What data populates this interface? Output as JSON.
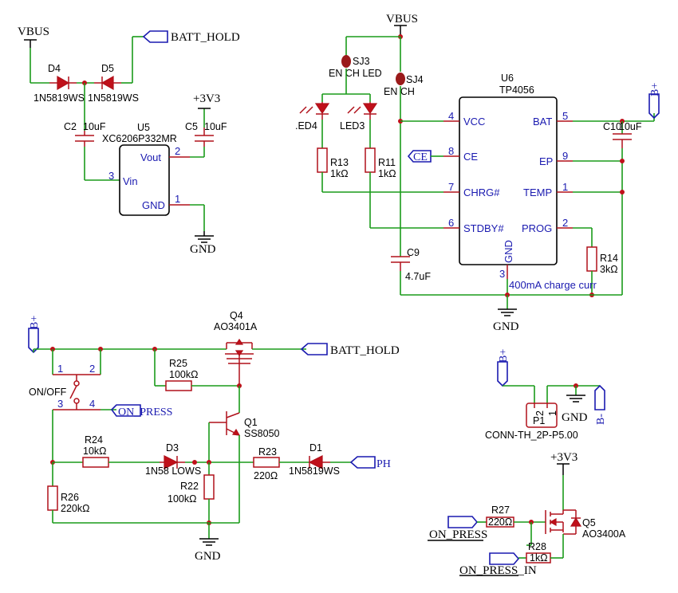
{
  "title": "",
  "nets": {
    "vbus_left": "VBUS",
    "vbus_top": "VBUS",
    "v3v3_a": "+3V3",
    "v3v3_b": "+3V3",
    "gnd": "GND",
    "batt_hold": "BATT_HOLD",
    "b_plus": "B+",
    "b_minus": "B-",
    "ce": "CE",
    "on_press": "ON_PRESS",
    "on_press_in": "ON_PRESS_IN",
    "ph": "PH"
  },
  "components": {
    "d4": {
      "ref": "D4",
      "value": "1N5819WS"
    },
    "d5": {
      "ref": "D5",
      "value": "1N5819WS"
    },
    "c2": {
      "ref": "C2",
      "value": "10uF"
    },
    "c5": {
      "ref": "C5",
      "value": "10uF"
    },
    "u5": {
      "ref": "U5",
      "value": "XC6206P332MR",
      "pins": {
        "vout": "Vout",
        "vin": "Vin",
        "gnd": "GND",
        "p1": "1",
        "p2": "2",
        "p3": "3"
      }
    },
    "sj3": {
      "ref": "SJ3",
      "value": "EN CH LED"
    },
    "sj4": {
      "ref": "SJ4",
      "value": "EN CH"
    },
    "led4": {
      "ref": ".ED4"
    },
    "led3": {
      "ref": "LED3"
    },
    "r13": {
      "ref": "R13",
      "value": "1kΩ"
    },
    "r11": {
      "ref": "R11",
      "value": "1kΩ"
    },
    "u6": {
      "ref": "U6",
      "value": "TP4056",
      "pins": {
        "vcc": "VCC",
        "ce": "CE",
        "chrg": "CHRG#",
        "stdby": "STDBY#",
        "bat": "BAT",
        "ep": "EP",
        "temp": "TEMP",
        "prog": "PROG",
        "gnd": "GND",
        "n4": "4",
        "n8": "8",
        "n7": "7",
        "n6": "6",
        "n5": "5",
        "n9": "9",
        "n1": "1",
        "n2": "2",
        "n3": "3"
      }
    },
    "c10": {
      "ref": "C10",
      "value": "10uF"
    },
    "c9": {
      "ref": "C9",
      "value": "4.7uF"
    },
    "r14": {
      "ref": "R14",
      "value": "3kΩ"
    },
    "charge_note": "400mA charge curr",
    "q4": {
      "ref": "Q4",
      "value": "AO3401A"
    },
    "r25": {
      "ref": "R25",
      "value": "100kΩ"
    },
    "sw": {
      "ref": "ON/OFF",
      "p1": "1",
      "p2": "2",
      "p3": "3",
      "p4": "4"
    },
    "q1": {
      "ref": "Q1",
      "value": "SS8050"
    },
    "r24": {
      "ref": "R24",
      "value": "10kΩ"
    },
    "d3": {
      "ref": "D3",
      "value": "1N58 LOWS"
    },
    "r23": {
      "ref": "R23",
      "value": "220Ω"
    },
    "d1": {
      "ref": "D1",
      "value": "1N5819WS"
    },
    "r22": {
      "ref": "R22",
      "value": "100kΩ"
    },
    "r26": {
      "ref": "R26",
      "value": "220kΩ"
    },
    "p1": {
      "ref": "P1",
      "value": "CONN-TH_2P-P5.00",
      "pin2": "2",
      "pin1": "1"
    },
    "r27": {
      "ref": "R27",
      "value": "220Ω"
    },
    "r28": {
      "ref": "R28",
      "value": "1kΩ"
    },
    "q5": {
      "ref": "Q5",
      "value": "AO3400A"
    }
  }
}
